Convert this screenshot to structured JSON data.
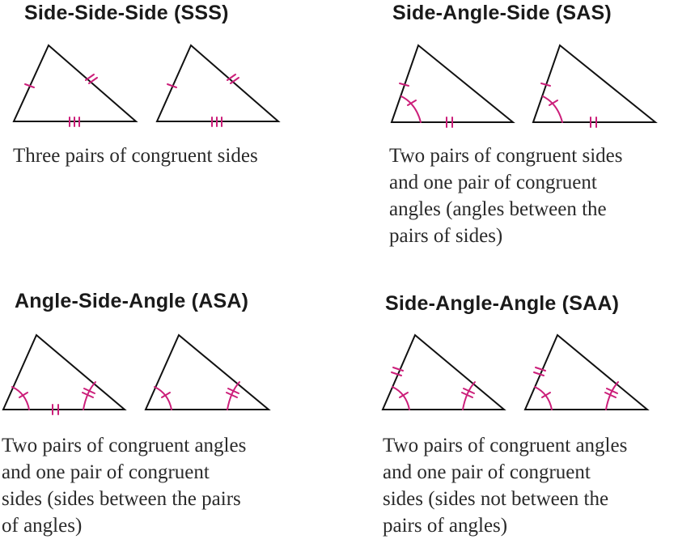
{
  "colors": {
    "triangle": "#111111",
    "mark": "#cc1f7a",
    "text": "#2a2a2a"
  },
  "panels": [
    {
      "title": "Side-Side-Side (SSS)",
      "description": [
        "Three pairs of congruent sides"
      ]
    },
    {
      "title": "Side-Angle-Side (SAS)",
      "description": [
        "Two pairs of congruent sides",
        "and one pair of congruent",
        "angles (angles between the",
        "pairs of sides)"
      ]
    },
    {
      "title": "Angle-Side-Angle (ASA)",
      "description": [
        "Two pairs of congruent angles",
        "and one pair of congruent",
        "sides (sides between the pairs",
        "of angles)"
      ]
    },
    {
      "title": "Side-Angle-Angle (SAA)",
      "description": [
        "Two pairs of congruent angles",
        "and one pair of congruent",
        "sides (sides not between the",
        "pairs of angles)"
      ]
    }
  ]
}
